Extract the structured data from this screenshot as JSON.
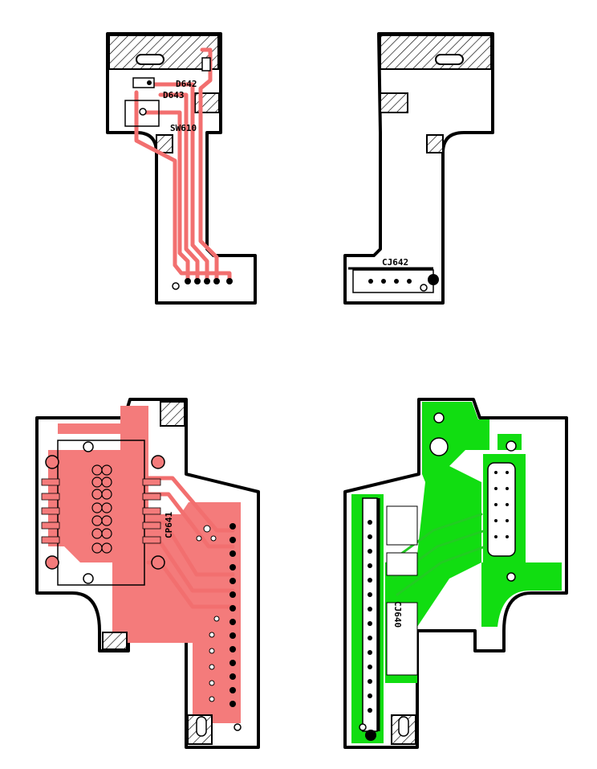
{
  "labels": {
    "d642": "D642",
    "d643": "D643",
    "sw610": "SW610",
    "cj642": "CJ642",
    "cp641": "CP641",
    "cj640": "CJ640"
  },
  "colors": {
    "copper_red": "#f47b7b",
    "copper_green": "#11dd11",
    "outline": "#000000",
    "background": "#ffffff"
  }
}
